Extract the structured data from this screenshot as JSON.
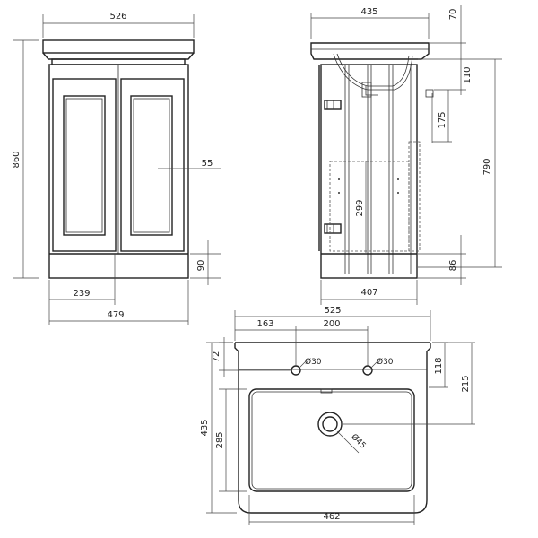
{
  "front_view": {
    "width_top": "526",
    "height": "860",
    "handle_offset": "55",
    "plinth": "90",
    "half_width": "239",
    "body_width": "479"
  },
  "side_view": {
    "depth_top": "435",
    "top_thickness": "70",
    "upper_gap": "110",
    "drawer_offset": "175",
    "internal_height": "790",
    "shelf_height": "299",
    "plinth": "86",
    "body_depth": "407"
  },
  "plan_view": {
    "overall_width": "525",
    "tap_offset": "163",
    "tap_spacing": "200",
    "tap_hole_left": "Ø30",
    "tap_hole_right": "Ø30",
    "back_depth": "72",
    "tap_depth": "118",
    "waste_depth": "215",
    "overall_depth": "435",
    "bowl_depth": "285",
    "waste_diameter": "Ø45",
    "bowl_width": "462"
  },
  "colors": {
    "line": "#222222",
    "background": "#ffffff"
  }
}
